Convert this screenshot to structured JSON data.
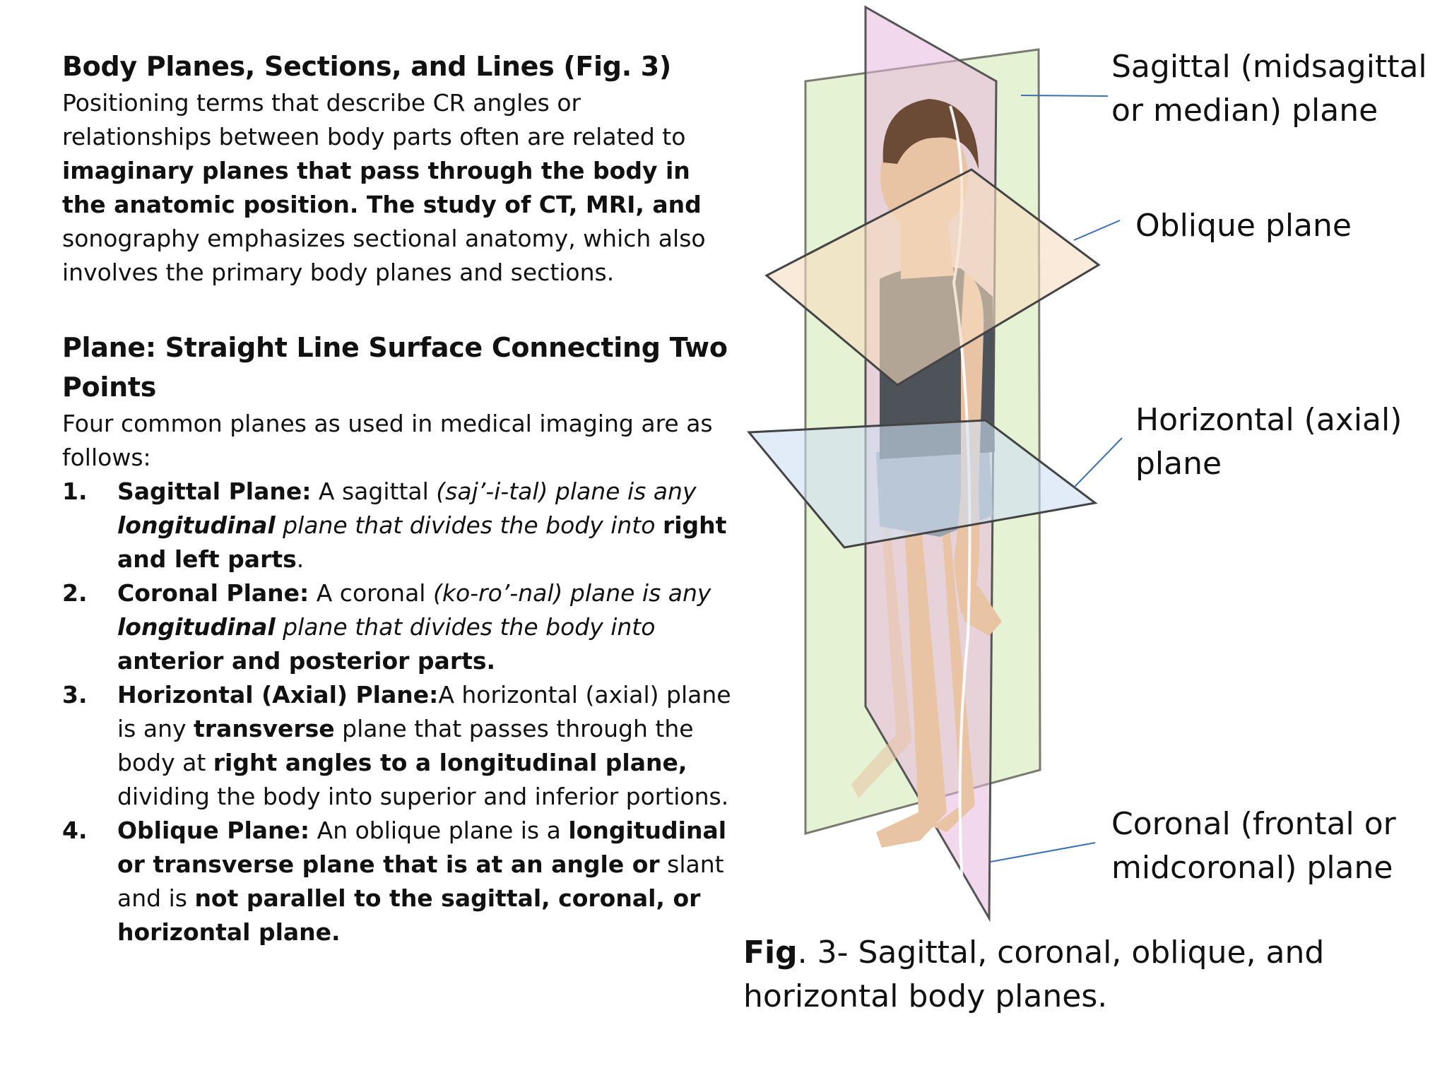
{
  "section1": {
    "title": "Body Planes, Sections, and Lines (Fig. 3)",
    "intro_1": "Positioning terms that describe CR angles or relationships between body parts often are related to ",
    "intro_bold": "imaginary planes that pass through the body in the anatomic position. The study of CT, MRI, and",
    "intro_2": " sonography emphasizes sectional anatomy, which also involves the primary body planes and sections."
  },
  "section2": {
    "title": "Plane: Straight Line Surface Connecting Two Points",
    "intro": "Four common planes as used in medical imaging are as follows:",
    "items": [
      {
        "num": "1.",
        "label": "Sagittal Plane:",
        "t1": " A sagittal ",
        "pron": "(saj’-i-tal) plane is any ",
        "bi": "longitudinal",
        "it2": " plane that divides the body into ",
        "b2": "right and left parts",
        "end": "."
      },
      {
        "num": "2.",
        "label": "Coronal Plane:",
        "t1": " A coronal ",
        "pron": "(ko-ro’-nal) plane is any ",
        "bi": "longitudinal",
        "it2": " plane that divides the body into ",
        "b2": "anterior and posterior parts."
      },
      {
        "num": "3.",
        "label": "Horizontal (Axial) Plane:",
        "t1": "A horizontal (axial) plane is any ",
        "b1": "transverse",
        "t2": " plane that passes through the body at ",
        "b2": "right angles to a longitudinal plane,",
        "t3": " dividing the body into superior and inferior portions."
      },
      {
        "num": "4.",
        "label": "Oblique Plane:",
        "t1": " An oblique plane is a ",
        "b1": "longitudinal or transverse plane that is at an angle or",
        "t2": " slant and is ",
        "b2": "not parallel to the sagittal, coronal, or horizontal plane."
      }
    ]
  },
  "figure": {
    "labels": {
      "sagittal_1": "Sagittal (midsagittal",
      "sagittal_2": "or median) plane",
      "oblique": "Oblique plane",
      "horizontal_1": "Horizontal (axial)",
      "horizontal_2": "plane",
      "coronal_1": "Coronal (frontal or",
      "coronal_2": "midcoronal) plane"
    },
    "caption_bold": "Fig",
    "caption_rest": ". 3- Sagittal, coronal, oblique, and horizontal body planes.",
    "colors": {
      "coronal_plane": "#dcedc4",
      "sagittal_plane": "#e7b8dc",
      "oblique_plane": "#f7dcc0",
      "horizontal_plane": "#cfe0f3",
      "leader_line": "#3a6fb0",
      "skin": "#e8c3a4",
      "leotard": "#4d5358",
      "hair": "#6b4a36"
    }
  }
}
